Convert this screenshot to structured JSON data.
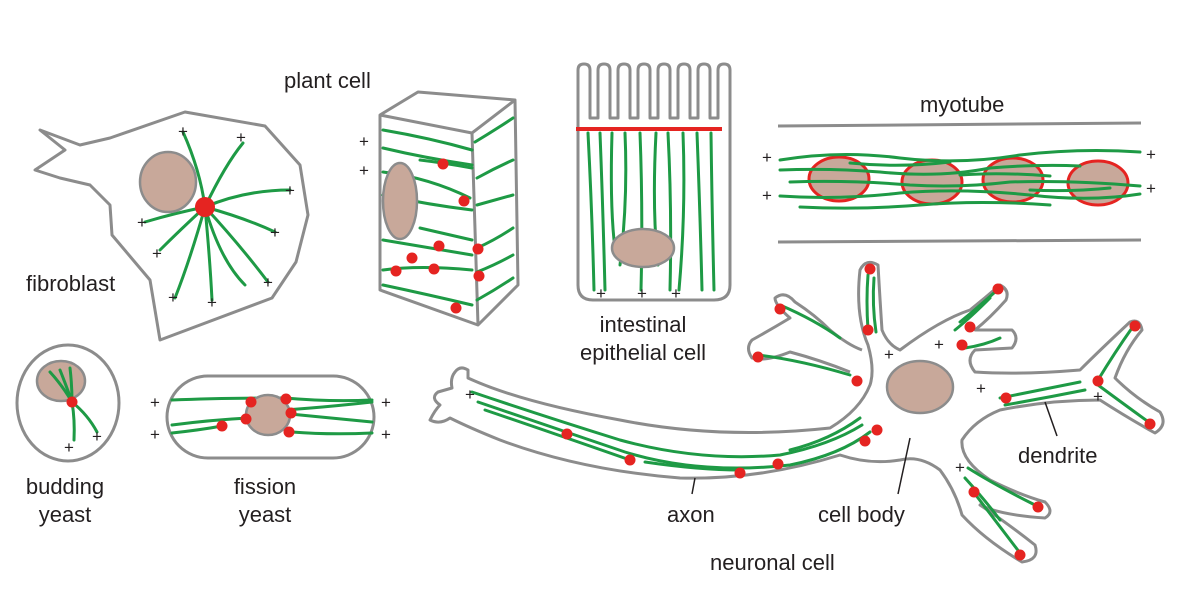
{
  "labels": {
    "plant_cell": "plant cell",
    "myotube": "myotube",
    "fibroblast": "fibroblast",
    "intestinal_1": "intestinal",
    "intestinal_2": "epithelial cell",
    "budding_1": "budding",
    "budding_2": "yeast",
    "fission_1": "fission",
    "fission_2": "yeast",
    "dendrite": "dendrite",
    "axon": "axon",
    "cell_body": "cell body",
    "neuronal_cell": "neuronal cell"
  },
  "plus_sign": "+",
  "colors": {
    "outline": "#8c8c8c",
    "microtubule": "#1e9a45",
    "centrosome": "#e52421",
    "nucleus": "#c8a89a",
    "text": "#231f20"
  }
}
